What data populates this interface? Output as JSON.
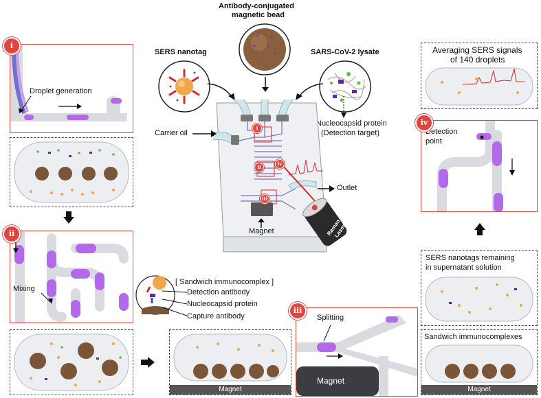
{
  "top_labels": {
    "bead_title": "Antibody-conjugated magnetic bead",
    "bead_title_line1": "Antibody-conjugated",
    "bead_title_line2": "magnetic bead",
    "nanotag": "SERS nanotag",
    "lysate": "SARS-CoV-2 lysate",
    "carrier_oil": "Carrier oil",
    "nucleocapsid_line1": "Nucleocapsid protein",
    "nucleocapsid_line2": "(Detection target)",
    "outlet": "Outlet",
    "magnet": "Magnet",
    "laser_line1": "Raman",
    "laser_line2": "Laser"
  },
  "panel_i": {
    "badge": "i",
    "droplet_generation": "Droplet generation"
  },
  "panel_ii": {
    "badge": "ii",
    "mixing": "Mixing"
  },
  "panel_iii": {
    "badge": "iii",
    "splitting": "Splitting",
    "magnet": "Magnet"
  },
  "panel_iv": {
    "badge": "iv",
    "detection_line1": "Detection",
    "detection_line2": "point"
  },
  "averaging": {
    "line1": "Averaging SERS signals",
    "line2": "of 140 droplets"
  },
  "immunocomplex": {
    "title": "[ Sandwich immunocomplex ]",
    "detection_antibody": "Detection antibody",
    "nucleocapsid_protein": "Nucleocapsid protein",
    "capture_antibody": "Capture antibody"
  },
  "right_bottom": {
    "supernatant_line1": "SERS nanotags remaining",
    "supernatant_line2": "in supernatant solution",
    "sandwich": "Sandwich immunocomplexes",
    "magnet": "Magnet"
  },
  "bottom_middle": {
    "magnet": "Magnet"
  },
  "chip_badges": [
    "i",
    "ii",
    "iii",
    "iv"
  ],
  "colors": {
    "accent_red": "#e0463f",
    "droplet_purple": "#b26ae8",
    "channel_gray": "#d9dbe0",
    "bead_brown": "#7a5538",
    "nanotag_orange": "#f0a64a",
    "magnet_gray": "#555555"
  }
}
